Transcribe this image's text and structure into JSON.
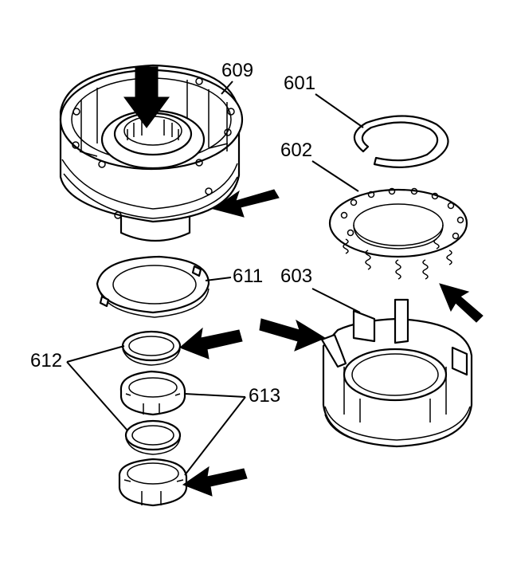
{
  "diagram": {
    "labels": {
      "p609": "609",
      "p601": "601",
      "p602": "602",
      "p611": "611",
      "p603": "603",
      "p612": "612",
      "p613": "613"
    },
    "colors": {
      "ink": "#000000",
      "paper": "#ffffff"
    }
  }
}
